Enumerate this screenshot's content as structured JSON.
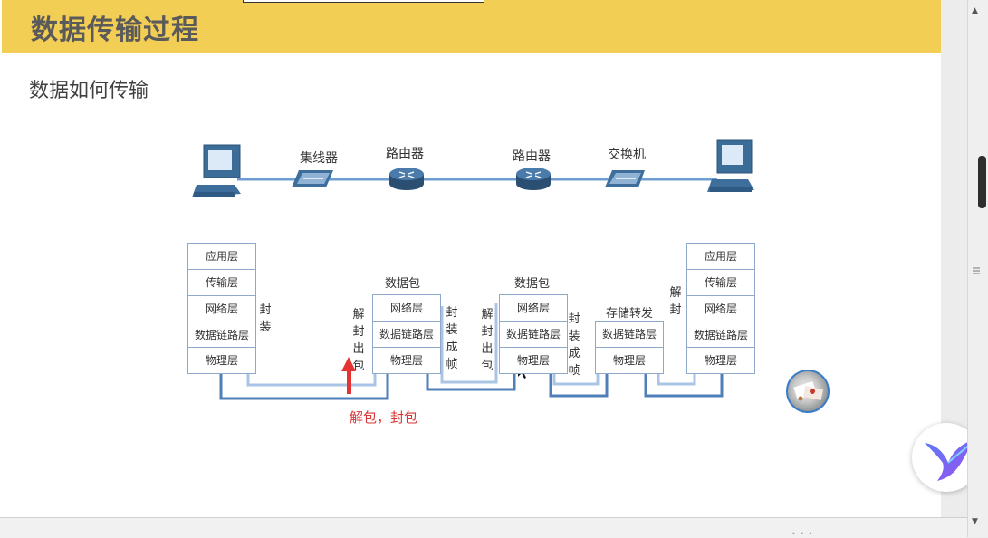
{
  "header": {
    "title": "数据传输过程"
  },
  "subtitle": "数据如何传输",
  "devices": {
    "hub": "集线器",
    "router1": "路由器",
    "router2": "路由器",
    "switch": "交换机"
  },
  "left_stack": [
    "应用层",
    "传输层",
    "网络层",
    "数据链路层",
    "物理层"
  ],
  "router1_stack": {
    "head": "数据包",
    "layers": [
      "网络层",
      "数据链路层",
      "物理层"
    ]
  },
  "router2_stack": {
    "head": "数据包",
    "layers": [
      "网络层",
      "数据链路层",
      "物理层"
    ]
  },
  "switch_stack": {
    "head": "存储转发",
    "layers": [
      "数据链路层",
      "物理层"
    ]
  },
  "right_stack": [
    "应用层",
    "传输层",
    "网络层",
    "数据链路层",
    "物理层"
  ],
  "vlabels": {
    "encap": "封装",
    "decap1": "解封出包",
    "encap_frame1": "封装成帧",
    "decap2": "解封出包",
    "encap_frame2": "封装成帧",
    "decap3": "解封"
  },
  "annotation": "解包，封包",
  "colors": {
    "header_bg": "#f2ce55",
    "annotation": "#d83535",
    "stack_border": "#8ea9c9",
    "path_line": "#5b8cc6"
  }
}
